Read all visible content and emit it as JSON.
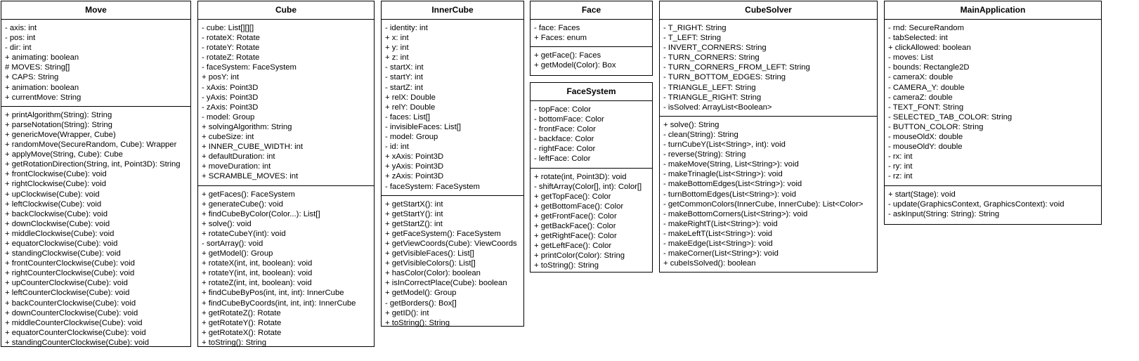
{
  "diagram": {
    "classes": [
      {
        "id": "move",
        "name": "Move",
        "fields": [
          "- axis: int",
          "- pos: int",
          "- dir: int",
          "+ animating: boolean",
          "# MOVES: String[]",
          "+ CAPS: String",
          "+ animation: boolean",
          "+ currentMove: String"
        ],
        "methods": [
          "+ printAlgorithm(String): String",
          "+ parseNotation(String): String",
          "+ genericMove(Wrapper, Cube)",
          "+ randomMove(SecureRandom, Cube): Wrapper",
          "+ applyMove(String, Cube): Cube",
          "+ getRotationDirection(String, int, Point3D): String",
          "+ frontClockwise(Cube): void",
          "+ rightClockwise(Cube): void",
          "+ upClockwise(Cube): void",
          "+ leftClockwise(Cube): void",
          "+ backClockwise(Cube): void",
          "+ downClockwise(Cube): void",
          "+ middleClockwise(Cube): void",
          "+ equatorClockwise(Cube): void",
          "+ standingClockwise(Cube): void",
          "+ frontCounterClockwise(Cube): void",
          "+ rightCounterClockwise(Cube): void",
          "+ upCounterClockwise(Cube): void",
          "+ leftCounterClockwise(Cube): void",
          "+ backCounterClockwise(Cube): void",
          "+ downCounterClockwise(Cube): void",
          "+ middleCounterClockwise(Cube): void",
          "+ equatorCounterClockwise(Cube): void",
          "+ standingCounterClockwise(Cube): void"
        ]
      },
      {
        "id": "cube",
        "name": "Cube",
        "fields": [
          "- cube: List[][][]",
          "- rotateX: Rotate",
          "- rotateY: Rotate",
          "- rotateZ: Rotate",
          "- faceSystem: FaceSystem",
          "+ posY: int",
          "- xAxis: Point3D",
          "- yAxis: Point3D",
          "- zAxis: Point3D",
          "- model: Group",
          "+ solvingAlgorithm: String",
          "+ cubeSize: int",
          "+ INNER_CUBE_WIDTH: int",
          "+ defaultDuration: int",
          "+ moveDuration: int",
          "+ SCRAMBLE_MOVES: int"
        ],
        "methods": [
          "+ getFaces(): FaceSystem",
          "+ generateCube(): void",
          "+ findCubeByColor(Color...): List[]",
          "+ solve(): void",
          "+ rotateCubeY(int): void",
          "- sortArray(): void",
          "+ getModel(): Group",
          "+ rotateX(int, int, boolean): void",
          "+ rotateY(int, int, boolean): void",
          "+ rotateZ(int, int, boolean): void",
          "+ findCubeByPos(int, int, int): InnerCube",
          "+ findCubeByCoords(int, int, int): InnerCube",
          "+ getRotateZ(): Rotate",
          "+ getRotateY(): Rotate",
          "+ getRotateX(): Rotate",
          "+ toString(): String"
        ]
      },
      {
        "id": "innercube",
        "name": "InnerCube",
        "fields": [
          "- identity: int",
          "+ x: int",
          "+ y: int",
          "+ z: int",
          "- startX: int",
          "- startY: int",
          "- startZ: int",
          "+ relX: Double",
          "+ relY: Double",
          "- faces: List[]",
          "- invisibleFaces: List[]",
          "- model: Group",
          "- id: int",
          "+ xAxis: Point3D",
          "+ yAxis: Point3D",
          "+ zAxis: Point3D",
          "- faceSystem: FaceSystem"
        ],
        "methods": [
          "+ getStartX(): int",
          "+ getStartY(): int",
          "+ getStartZ(): int",
          "+ getFaceSystem(): FaceSystem",
          "+ getViewCoords(Cube): ViewCoords",
          "+ getVisibleFaces(): List[]",
          "+ getVisibleColors(): List[]",
          "+ hasColor(Color): boolean",
          "+ isInCorrectPlace(Cube): boolean",
          "+ getModel(): Group",
          "- getBorders(): Box[]",
          "+ getID(): int",
          "+ toString(): String"
        ]
      },
      {
        "id": "face",
        "name": "Face",
        "fields": [
          "- face: Faces",
          "+ Faces: enum"
        ],
        "methods": [
          "+ getFace(): Faces",
          "+ getModel(Color): Box"
        ]
      },
      {
        "id": "facesystem",
        "name": "FaceSystem",
        "fields": [
          "- topFace: Color",
          "- bottomFace: Color",
          "- frontFace: Color",
          "- backface: Color",
          "- rightFace: Color",
          "- leftFace: Color"
        ],
        "methods": [
          "+ rotate(int, Point3D): void",
          "- shiftArray(Color[], int): Color[]",
          "+ getTopFace(): Color",
          "+ getBottomFace(): Color",
          "+ getFrontFace(): Color",
          "+ getBackFace(): Color",
          "+ getRightFace(): Color",
          "+ getLeftFace(): Color",
          "+ printColor(Color): String",
          "+ toString(): String"
        ]
      },
      {
        "id": "cubesolver",
        "name": "CubeSolver",
        "fields": [
          "- T_RIGHT: String",
          "- T_LEFT: String",
          "- INVERT_CORNERS: String",
          "- TURN_CORNERS: String",
          "- TURN_CORNERS_FROM_LEFT: String",
          "- TURN_BOTTOM_EDGES: String",
          "- TRIANGLE_LEFT: String",
          "- TRIANGLE_RIGHT: String",
          "- isSolved: ArrayList<Boolean>"
        ],
        "methods": [
          "+ solve(): String",
          "- clean(String): String",
          "- turnCubeY(List<String>, int): void",
          "- reverse(String): String",
          "- makeMove(String, List<String>): void",
          "- makeTrinagle(List<String>): void",
          "- makeBottomEdges(List<String>): void",
          "- turnBottomEdges(List<String>): void",
          "- getCommonColors(InnerCube, InnerCube): List<Color>",
          "- makeBottomCorners(List<String>): void",
          "- makeRightT(List<String>): void",
          "- makeLeftT(List<String>): void",
          "- makeEdge(List<String>): void",
          "- makeCorner(List<String>): void",
          "+ cubeIsSolved(): boolean"
        ]
      },
      {
        "id": "mainapplication",
        "name": "MainApplication",
        "fields": [
          "- rnd: SecureRandom",
          "- tabSelected: int",
          "+ clickAllowed: boolean",
          "- moves: List",
          "- bounds: Rectangle2D",
          "- cameraX: double",
          "- CAMERA_Y: double",
          "- cameraZ: double",
          "- TEXT_FONT: String",
          "- SELECTED_TAB_COLOR: String",
          "- BUTTON_COLOR: String",
          "- mouseOldX: double",
          "- mouseOldY: double",
          "- rx: int",
          "- ry: int",
          "- rz: int"
        ],
        "methods": [
          "+ start(Stage): void",
          "- update(GraphicsContext, GraphicsContext): void",
          "- askInput(String: String): String"
        ]
      }
    ]
  }
}
